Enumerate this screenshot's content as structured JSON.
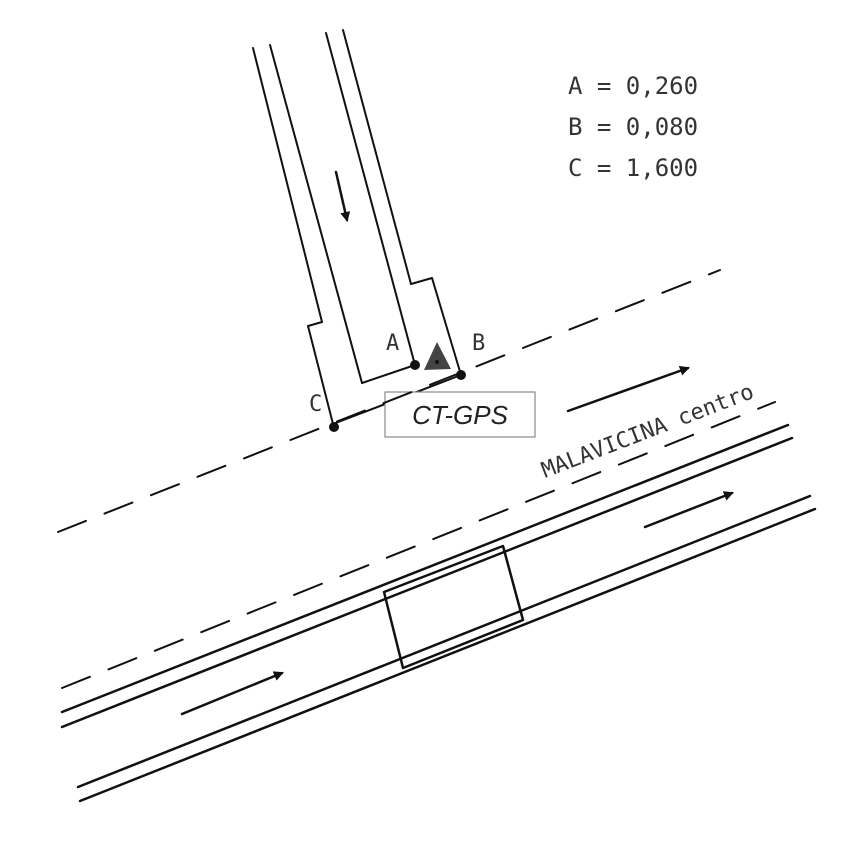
{
  "measurements": [
    {
      "label": "A",
      "value": "0,260",
      "text": "A = 0,260"
    },
    {
      "label": "B",
      "value": "0,080",
      "text": "B = 0,080"
    },
    {
      "label": "C",
      "value": "1,600",
      "text": "C = 1,600"
    }
  ],
  "points": {
    "a_label": "A",
    "b_label": "B",
    "c_label": "C"
  },
  "station_label": "CT-GPS",
  "road_label": "MALAVICINA centro",
  "colors": {
    "ink": "#111111",
    "text": "#333333",
    "marker": "#444444"
  }
}
